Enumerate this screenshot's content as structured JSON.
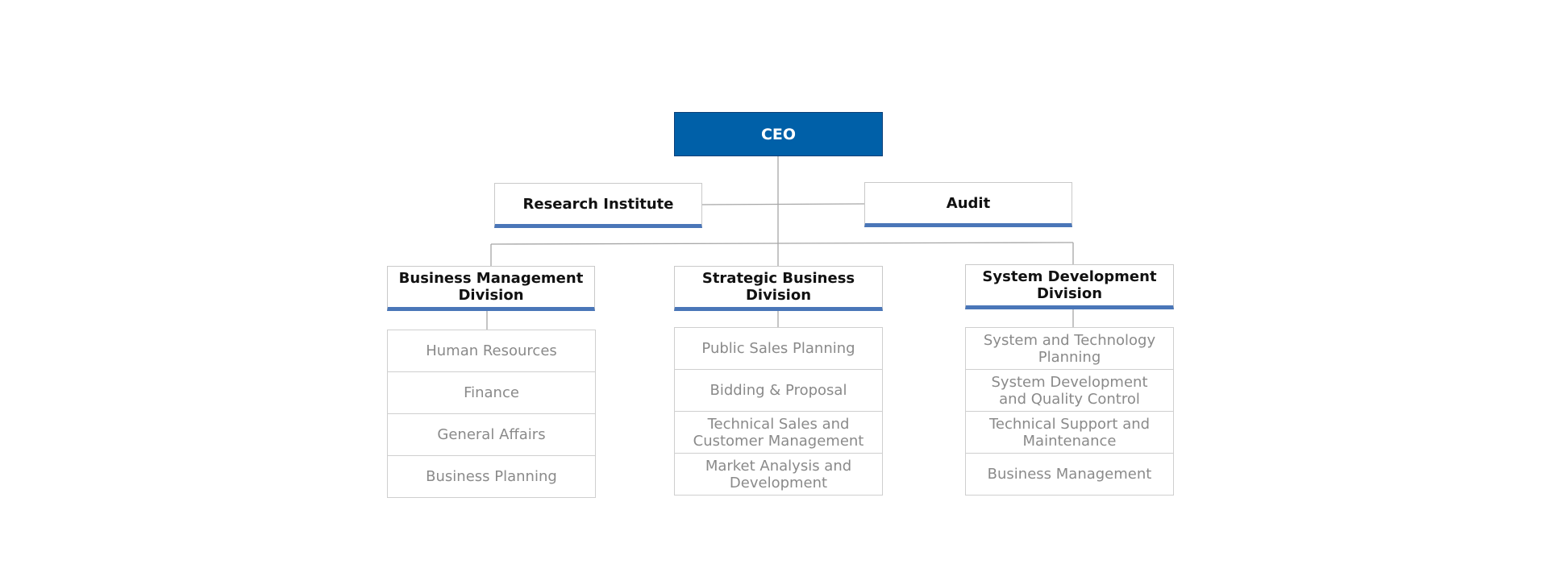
{
  "colors": {
    "ceo": "#0060a8",
    "accent": "#4a76b8",
    "connector": "#a6a6a6"
  },
  "ceo": {
    "label": "CEO"
  },
  "staff": {
    "research": "Research Institute",
    "audit": "Audit"
  },
  "divisions": [
    {
      "title": "Business Management Division",
      "units": [
        "Human Resources",
        "Finance",
        "General Affairs",
        "Business Planning"
      ]
    },
    {
      "title": "Strategic Business Division",
      "units": [
        "Public Sales Planning",
        "Bidding & Proposal",
        "Technical Sales and Customer Management",
        "Market Analysis and Development"
      ]
    },
    {
      "title": "System Development Division",
      "units": [
        "System and Technology Planning",
        "System Development and Quality Control",
        "Technical Support and Maintenance",
        "Business Management"
      ]
    }
  ]
}
